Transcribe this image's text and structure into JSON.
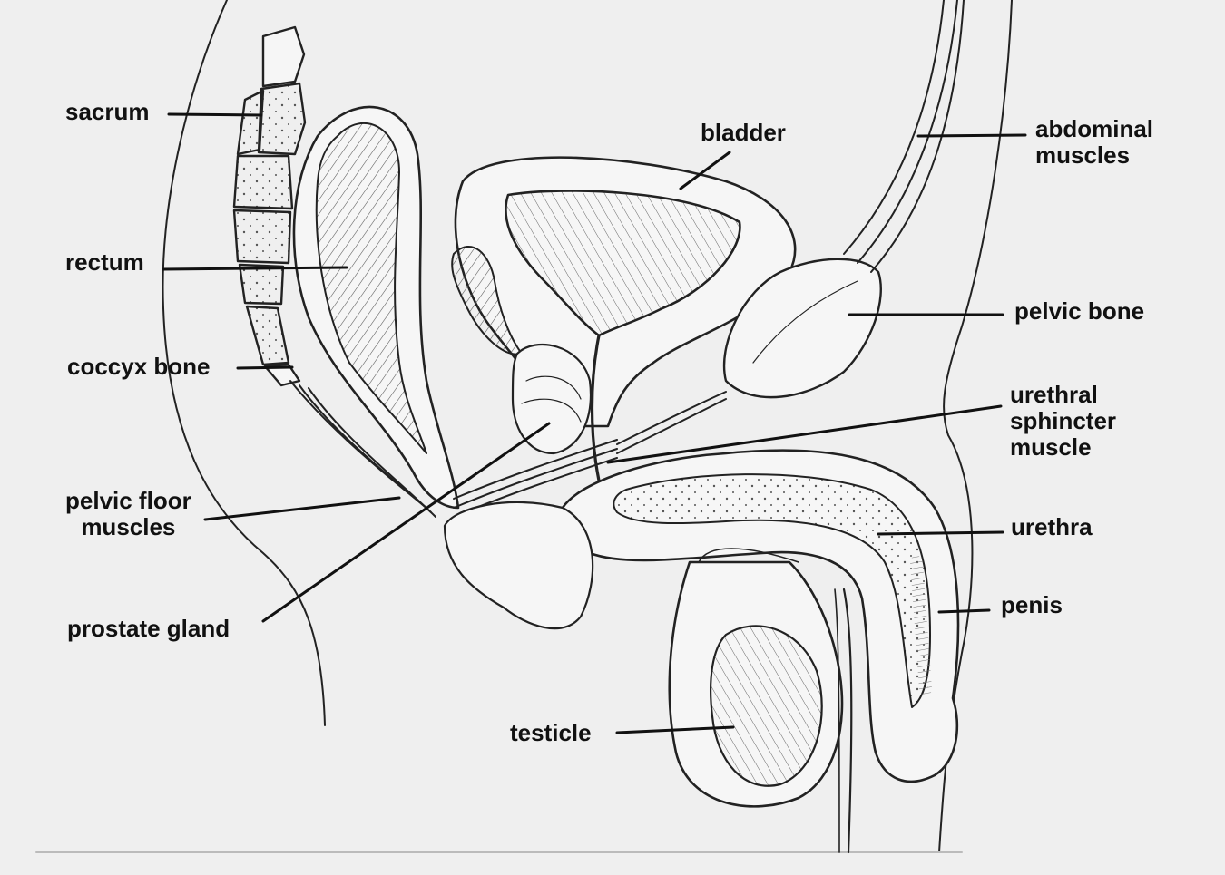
{
  "labels": {
    "sacrum": "sacrum",
    "rectum": "rectum",
    "coccyx_bone": "coccyx bone",
    "pelvic_floor_muscles": [
      "pelvic floor",
      "muscles"
    ],
    "prostate_gland": "prostate gland",
    "bladder": "bladder",
    "abdominal_muscles": [
      "abdominal",
      "muscles"
    ],
    "pelvic_bone": "pelvic bone",
    "urethral_sphincter_muscle": [
      "urethral",
      "sphincter",
      "muscle"
    ],
    "urethra": "urethra",
    "penis": "penis",
    "testicle": "testicle"
  },
  "colors": {
    "background": "#efefef",
    "ink": "#222222",
    "fill": "#f6f6f6"
  }
}
